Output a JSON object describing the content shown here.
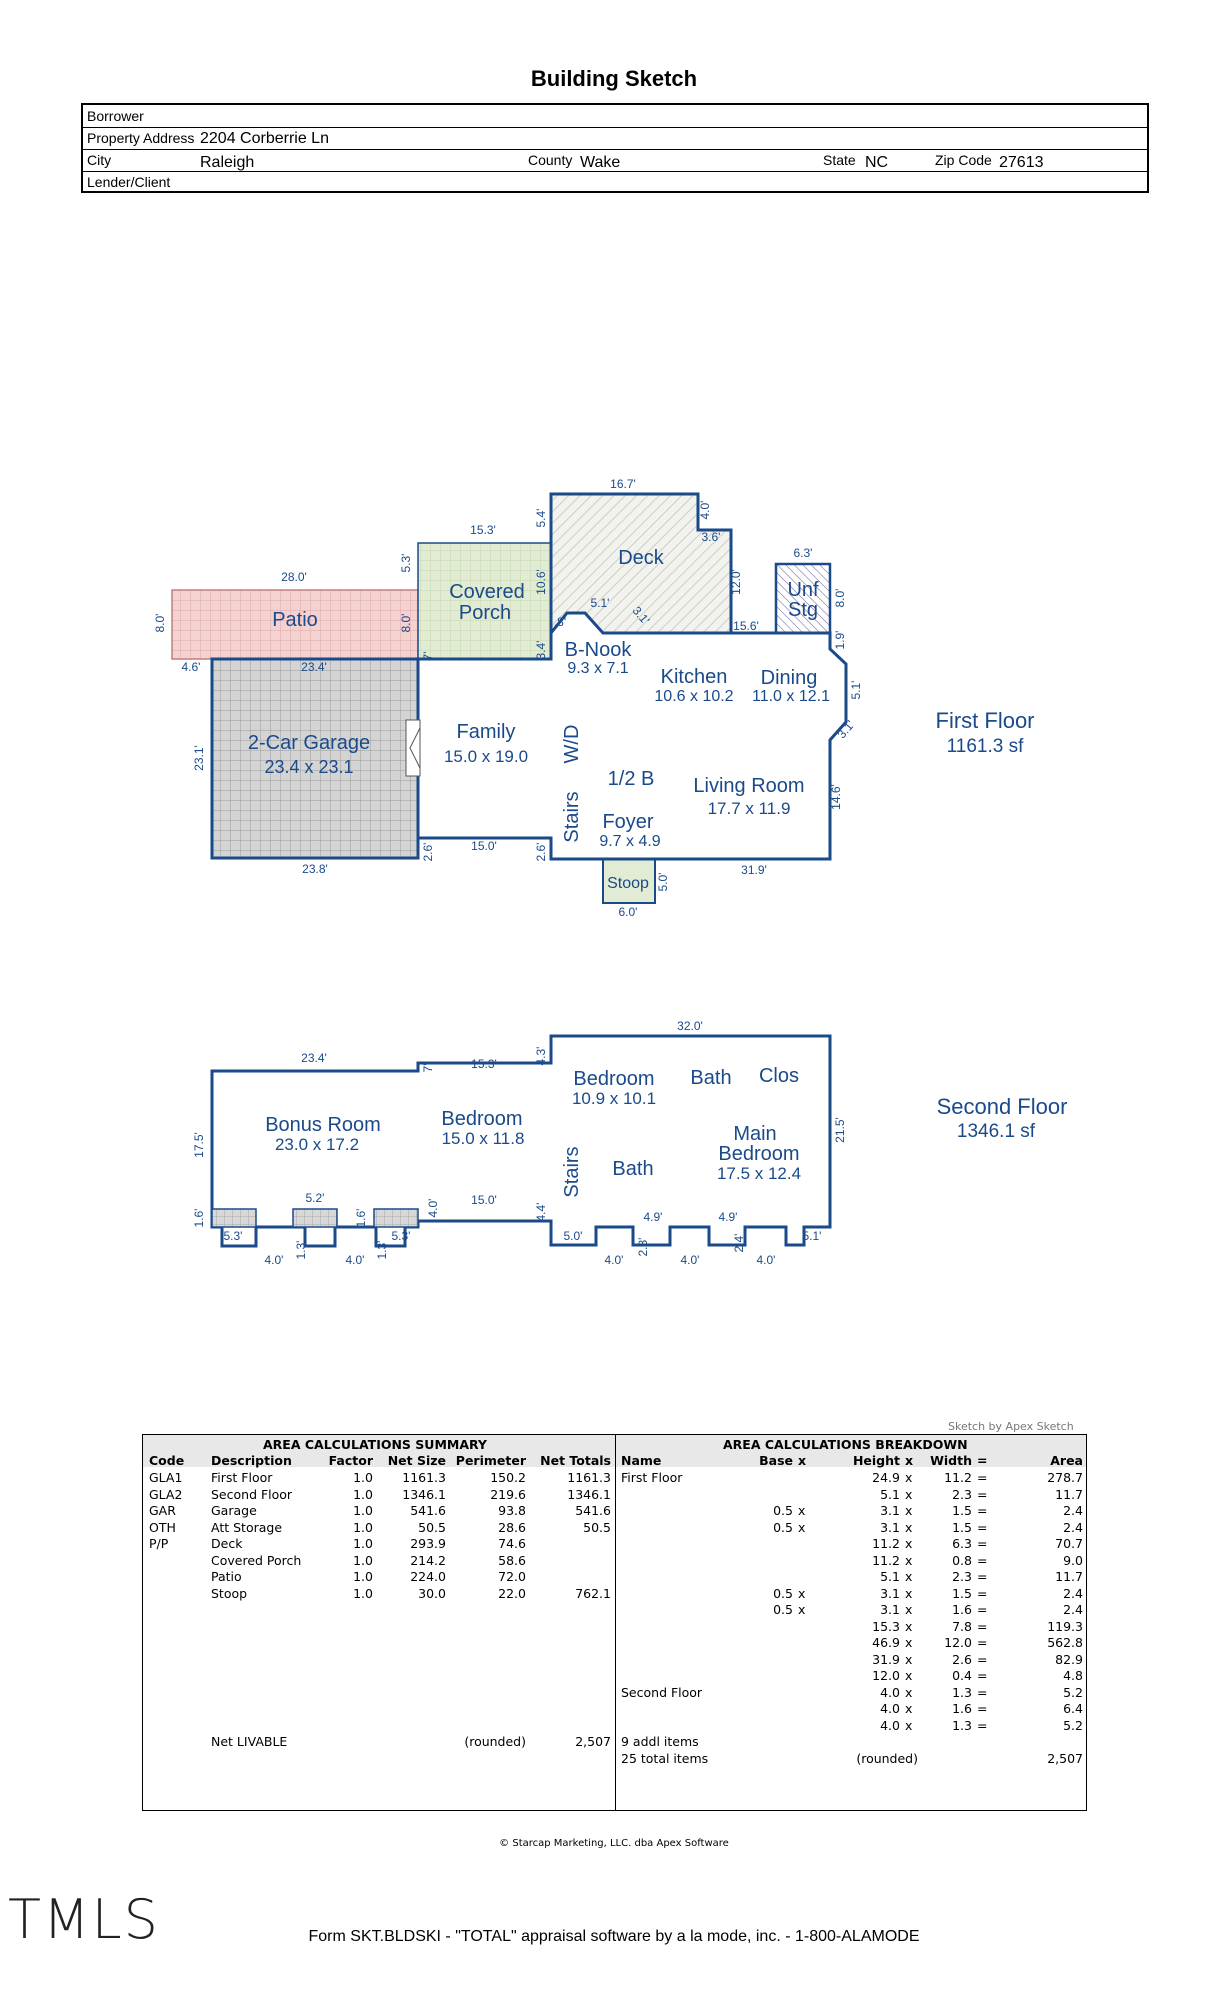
{
  "header": {
    "title": "Building Sketch",
    "borrower_label": "Borrower",
    "address_label": "Property Address",
    "address_value": "2204 Corberrie Ln",
    "city_label": "City",
    "city_value": "Raleigh",
    "county_label": "County",
    "county_value": "Wake",
    "state_label": "State",
    "state_value": "NC",
    "zip_label": "Zip Code",
    "zip_value": "27613",
    "lender_label": "Lender/Client"
  },
  "first_floor": {
    "title": "First Floor",
    "area": "1161.3 sf",
    "rooms": {
      "patio": "Patio",
      "porch1": "Covered",
      "porch2": "Porch",
      "deck": "Deck",
      "unf1": "Unf",
      "unf2": "Stg",
      "garage": "2-Car Garage",
      "garage_dim": "23.4 x 23.1",
      "family": "Family",
      "family_dim": "15.0 x 19.0",
      "bnook": "B-Nook",
      "bnook_dim": "9.3 x 7.1",
      "kitchen": "Kitchen",
      "kitchen_dim": "10.6 x 10.2",
      "dining": "Dining",
      "dining_dim": "11.0 x 12.1",
      "wd": "W/D",
      "halfbath": "1/2 B",
      "stairs": "Stairs",
      "foyer": "Foyer",
      "foyer_dim": "9.7 x 4.9",
      "living": "Living Room",
      "living_dim": "17.7 x 11.9",
      "stoop": "Stoop"
    },
    "dims": {
      "d1": "16.7'",
      "d2": "15.3'",
      "d3": "5.4'",
      "d4": "4.0'",
      "d5": "3.6'",
      "d6": "28.0'",
      "d7": "5.3'",
      "d8": "10.6'",
      "d9": "12.0'",
      "d10": "6.3'",
      "d11": "8.0'",
      "d12": "8.0'",
      "d13": "5.1'",
      "d14": "3.1'",
      "d15": "8.0'",
      "d16": ".8'",
      "d17": "15.6'",
      "d18": "4.6'",
      "d19": "23.4'",
      "d20": "7'",
      "d21": "3.4'",
      "d22": "1.9'",
      "d23": "23.1'",
      "d24": "5.1'",
      "d25": "3.1'",
      "d26": "14.6'",
      "d27": "2.6'",
      "d28": "15.0'",
      "d29": "2.6'",
      "d30": "23.8'",
      "d31": "31.9'",
      "d32": "5.0'",
      "d33": "6.0'",
      "d34": "8.0'"
    }
  },
  "second_floor": {
    "title": "Second Floor",
    "area": "1346.1 sf",
    "rooms": {
      "bonus": "Bonus Room",
      "bonus_dim": "23.0 x 17.2",
      "bed1": "Bedroom",
      "bed1_dim": "15.0 x 11.8",
      "bed2": "Bedroom",
      "bed2_dim": "10.9 x 10.1",
      "bath1": "Bath",
      "clos": "Clos",
      "stairs": "Stairs",
      "bath2": "Bath",
      "main1": "Main",
      "main2": "Bedroom",
      "main_dim": "17.5 x 12.4"
    },
    "dims": {
      "e1": "32.0'",
      "e2": "23.4'",
      "e3": "7'",
      "e4": "15.3'",
      "e5": "4.3'",
      "e6": "17.5'",
      "e7": "21.5'",
      "e8": "5.2'",
      "e9": "1.6'",
      "e10": "1.6'",
      "e11": "4.0'",
      "e12": "15.0'",
      "e13": "4.4'",
      "e14": "5.3'",
      "e15": "5.3'",
      "e16": "4.0'",
      "e17": "1.3'",
      "e18": "4.0'",
      "e19": "1.3'",
      "e20": "5.0'",
      "e21": "4.9'",
      "e22": "4.9'",
      "e23": "2.3'",
      "e24": "2.4'",
      "e25": "5.1'",
      "e26": "4.0'",
      "e27": "4.0'",
      "e28": "4.0'"
    }
  },
  "summary": {
    "title": "AREA CALCULATIONS SUMMARY",
    "headers": [
      "Code",
      "Description",
      "Factor",
      "Net Size",
      "Perimeter",
      "Net Totals"
    ],
    "rows": [
      [
        "GLA1",
        "First Floor",
        "1.0",
        "1161.3",
        "150.2",
        "1161.3"
      ],
      [
        "GLA2",
        "Second Floor",
        "1.0",
        "1346.1",
        "219.6",
        "1346.1"
      ],
      [
        "GAR",
        "Garage",
        "1.0",
        "541.6",
        "93.8",
        "541.6"
      ],
      [
        "OTH",
        "Att Storage",
        "1.0",
        "50.5",
        "28.6",
        "50.5"
      ],
      [
        "P/P",
        "Deck",
        "1.0",
        "293.9",
        "74.6",
        ""
      ],
      [
        "",
        "Covered Porch",
        "1.0",
        "214.2",
        "58.6",
        ""
      ],
      [
        "",
        "Patio",
        "1.0",
        "224.0",
        "72.0",
        ""
      ],
      [
        "",
        "Stoop",
        "1.0",
        "30.0",
        "22.0",
        "762.1"
      ]
    ],
    "net_label": "Net LIVABLE",
    "net_rounded": "(rounded)",
    "net_value": "2,507"
  },
  "breakdown": {
    "title": "AREA CALCULATIONS BREAKDOWN",
    "headers": [
      "Name",
      "Base",
      "x",
      "Height",
      "x",
      "Width",
      "=",
      "Area"
    ],
    "rows": [
      [
        "First Floor",
        "",
        "",
        "24.9",
        "x",
        "11.2",
        "=",
        "278.7"
      ],
      [
        "",
        "",
        "",
        "5.1",
        "x",
        "2.3",
        "=",
        "11.7"
      ],
      [
        "",
        "0.5",
        "x",
        "3.1",
        "x",
        "1.5",
        "=",
        "2.4"
      ],
      [
        "",
        "0.5",
        "x",
        "3.1",
        "x",
        "1.5",
        "=",
        "2.4"
      ],
      [
        "",
        "",
        "",
        "11.2",
        "x",
        "6.3",
        "=",
        "70.7"
      ],
      [
        "",
        "",
        "",
        "11.2",
        "x",
        "0.8",
        "=",
        "9.0"
      ],
      [
        "",
        "",
        "",
        "5.1",
        "x",
        "2.3",
        "=",
        "11.7"
      ],
      [
        "",
        "0.5",
        "x",
        "3.1",
        "x",
        "1.5",
        "=",
        "2.4"
      ],
      [
        "",
        "0.5",
        "x",
        "3.1",
        "x",
        "1.6",
        "=",
        "2.4"
      ],
      [
        "",
        "",
        "",
        "15.3",
        "x",
        "7.8",
        "=",
        "119.3"
      ],
      [
        "",
        "",
        "",
        "46.9",
        "x",
        "12.0",
        "=",
        "562.8"
      ],
      [
        "",
        "",
        "",
        "31.9",
        "x",
        "2.6",
        "=",
        "82.9"
      ],
      [
        "",
        "",
        "",
        "12.0",
        "x",
        "0.4",
        "=",
        "4.8"
      ],
      [
        "Second Floor",
        "",
        "",
        "4.0",
        "x",
        "1.3",
        "=",
        "5.2"
      ],
      [
        "",
        "",
        "",
        "4.0",
        "x",
        "1.6",
        "=",
        "6.4"
      ],
      [
        "",
        "",
        "",
        "4.0",
        "x",
        "1.3",
        "=",
        "5.2"
      ]
    ],
    "addl": "9 addl items",
    "total": "25 total items",
    "rounded": "(rounded)",
    "total_value": "2,507"
  },
  "apex_label": "Sketch by Apex Sketch",
  "credit": "© Starcap Marketing, LLC. dba Apex Software",
  "footer": "Form SKT.BLDSKI - \"TOTAL\" appraisal software by a la mode, inc. - 1-800-ALAMODE",
  "watermark": "TMLS"
}
